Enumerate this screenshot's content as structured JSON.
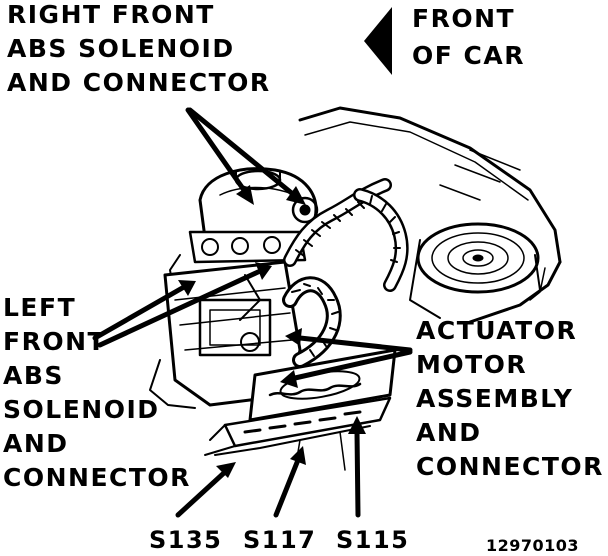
{
  "figure_id": "12970103",
  "labels": {
    "right_front": [
      "RIGHT FRONT",
      "ABS SOLENOID",
      "AND CONNECTOR"
    ],
    "front_of_car": [
      "FRONT",
      "OF CAR"
    ],
    "left_front": [
      "LEFT",
      "FRONT",
      "ABS",
      "SOLENOID",
      "AND",
      "CONNECTOR"
    ],
    "actuator": [
      "ACTUATOR",
      "MOTOR",
      "ASSEMBLY",
      "AND",
      "CONNECTOR"
    ]
  },
  "splices": [
    "S135",
    "S117",
    "S115"
  ],
  "colors": {
    "ink": "#000000",
    "paper": "#ffffff"
  }
}
